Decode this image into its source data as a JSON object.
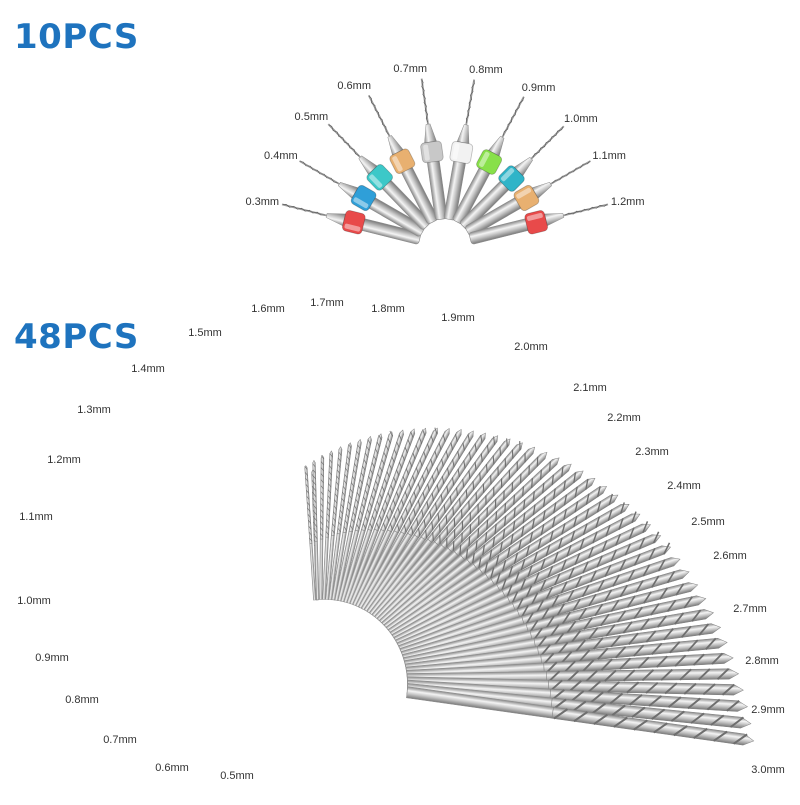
{
  "top_set": {
    "count_label": "10PCS",
    "bits": [
      {
        "label": "0.3mm",
        "collar_color": "#e84a4a"
      },
      {
        "label": "0.4mm",
        "collar_color": "#2f9fd8"
      },
      {
        "label": "0.5mm",
        "collar_color": "#3cc8c8"
      },
      {
        "label": "0.6mm",
        "collar_color": "#e8b070"
      },
      {
        "label": "0.7mm",
        "collar_color": "#c8c8c8"
      },
      {
        "label": "0.8mm",
        "collar_color": "#f2f2f2"
      },
      {
        "label": "0.9mm",
        "collar_color": "#88e04a"
      },
      {
        "label": "1.0mm",
        "collar_color": "#2fb4c8"
      },
      {
        "label": "1.1mm",
        "collar_color": "#e8b070"
      },
      {
        "label": "1.2mm",
        "collar_color": "#e84a4a"
      }
    ]
  },
  "bottom_set": {
    "count_label": "48PCS",
    "size_labels": [
      "0.5mm",
      "0.6mm",
      "0.7mm",
      "0.8mm",
      "0.9mm",
      "1.0mm",
      "1.1mm",
      "1.2mm",
      "1.3mm",
      "1.4mm",
      "1.5mm",
      "1.6mm",
      "1.7mm",
      "1.8mm",
      "1.9mm",
      "2.0mm",
      "2.1mm",
      "2.2mm",
      "2.3mm",
      "2.4mm",
      "2.5mm",
      "2.6mm",
      "2.7mm",
      "2.8mm",
      "2.9mm",
      "3.0mm"
    ],
    "bit_count": 48
  },
  "colors": {
    "title": "#1e73be",
    "steel_light": "#f2f2f2",
    "steel_mid": "#c4c4c4",
    "steel_dark": "#7a7a7a",
    "label_text": "#333333"
  }
}
